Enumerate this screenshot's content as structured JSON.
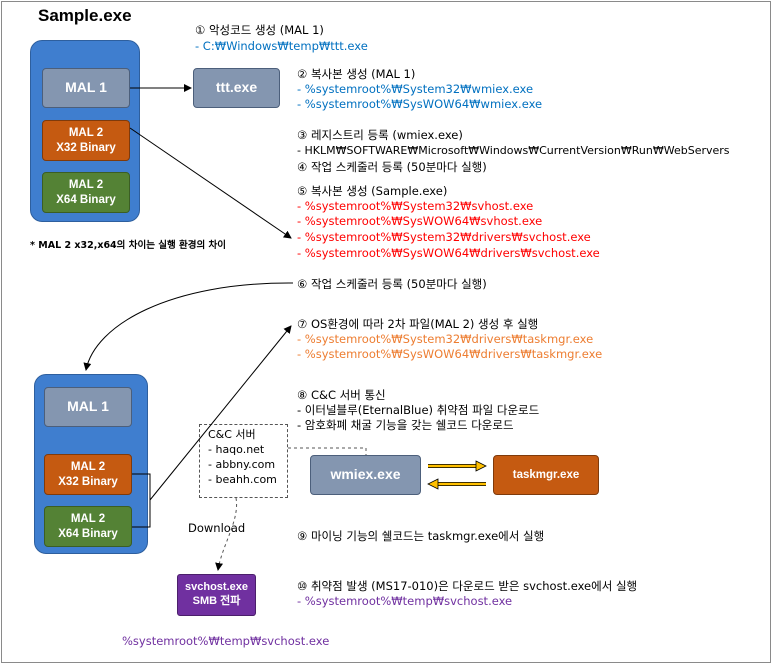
{
  "title": "Sample.exe",
  "boxes": {
    "top_mal1": "MAL 1",
    "top_mal2_x32": [
      "MAL 2",
      "X32 Binary"
    ],
    "top_mal2_x64": [
      "MAL 2",
      "X64 Binary"
    ],
    "ttt": "ttt.exe",
    "bot_mal1": "MAL 1",
    "bot_mal2_x32": [
      "MAL 2",
      "X32 Binary"
    ],
    "bot_mal2_x64": [
      "MAL 2",
      "X64 Binary"
    ],
    "wmiex": "wmiex.exe",
    "taskmgr": "taskmgr.exe",
    "svchost": [
      "svchost.exe",
      "SMB 전파"
    ]
  },
  "note": "* MAL 2 x32,x64의 차이는 실행 환경의 차이",
  "cc_server": {
    "title": "C&C 서버",
    "hosts": [
      "- haqo.net",
      "- abbny.com",
      "- beahh.com"
    ]
  },
  "download_label": "Download",
  "bottom_path": "%systemroot%₩temp₩svchost.exe",
  "steps": [
    {
      "head": "① 악성코드 생성 (MAL 1)",
      "lines": [
        {
          "text": "- C:₩Windows₩temp₩ttt.exe",
          "color": "blue"
        }
      ]
    },
    {
      "head": "② 복사본 생성 (MAL 1)",
      "lines": [
        {
          "text": "-    %systemroot%₩System32₩wmiex.exe",
          "color": "blue"
        },
        {
          "text": "-    %systemroot%₩SysWOW64₩wmiex.exe",
          "color": "blue"
        }
      ]
    },
    {
      "head": "③ 레지스트리 등록 (wmiex.exe)",
      "lines": [
        {
          "text": "- HKLM₩SOFTWARE₩Microsoft₩Windows₩CurrentVersion₩Run₩WebServers",
          "color": "black"
        }
      ]
    },
    {
      "head": "④ 작업 스케줄러 등록 (50분마다 실행)",
      "lines": []
    },
    {
      "head": "⑤ 복사본 생성 (Sample.exe)",
      "lines": [
        {
          "text": "-    %systemroot%₩System32₩svhost.exe",
          "color": "red"
        },
        {
          "text": "-    %systemroot%₩SysWOW64₩svhost.exe",
          "color": "red"
        },
        {
          "text": "-    %systemroot%₩System32₩drivers₩svchost.exe",
          "color": "red"
        },
        {
          "text": "-    %systemroot%₩SysWOW64₩drivers₩svchost.exe",
          "color": "red"
        }
      ]
    },
    {
      "head": "⑥ 작업 스케줄러 등록 (50분마다 실행)",
      "lines": []
    },
    {
      "head": "⑦ OS환경에 따라 2차 파일(MAL 2) 생성 후 실행",
      "lines": [
        {
          "text": "-    %systemroot%₩System32₩drivers₩taskmgr.exe",
          "color": "orange"
        },
        {
          "text": "-    %systemroot%₩SysWOW64₩drivers₩taskmgr.exe",
          "color": "orange"
        }
      ]
    },
    {
      "head": "⑧ C&C 서버 통신",
      "lines": [
        {
          "text": "-   이터널블루(EternalBlue) 취약점 파일 다운로드",
          "color": "black"
        },
        {
          "text": "-   암호화폐 채굴 기능을 갖는 쉘코드 다운로드",
          "color": "black"
        }
      ]
    },
    {
      "head": "⑨ 마이닝 기능의 쉘코드는 taskmgr.exe에서 실행",
      "lines": []
    },
    {
      "head": "⑩ 취약점 발생 (MS17-010)은 다운로드 받은 svchost.exe에서 실행",
      "lines": [
        {
          "text": "- %systemroot%₩temp₩svchost.exe",
          "color": "purple"
        }
      ]
    }
  ],
  "colors": {
    "container": "#3f7ecf",
    "mal1": "#8496b0",
    "mal2_x32": "#c55a11",
    "mal2_x64": "#548235",
    "svchost": "#7030a0",
    "path_blue": "#0070c0",
    "path_red": "#ff0000",
    "path_orange": "#ed7d31",
    "path_purple": "#7030a0",
    "exchange_arrows": "#ffc000"
  }
}
